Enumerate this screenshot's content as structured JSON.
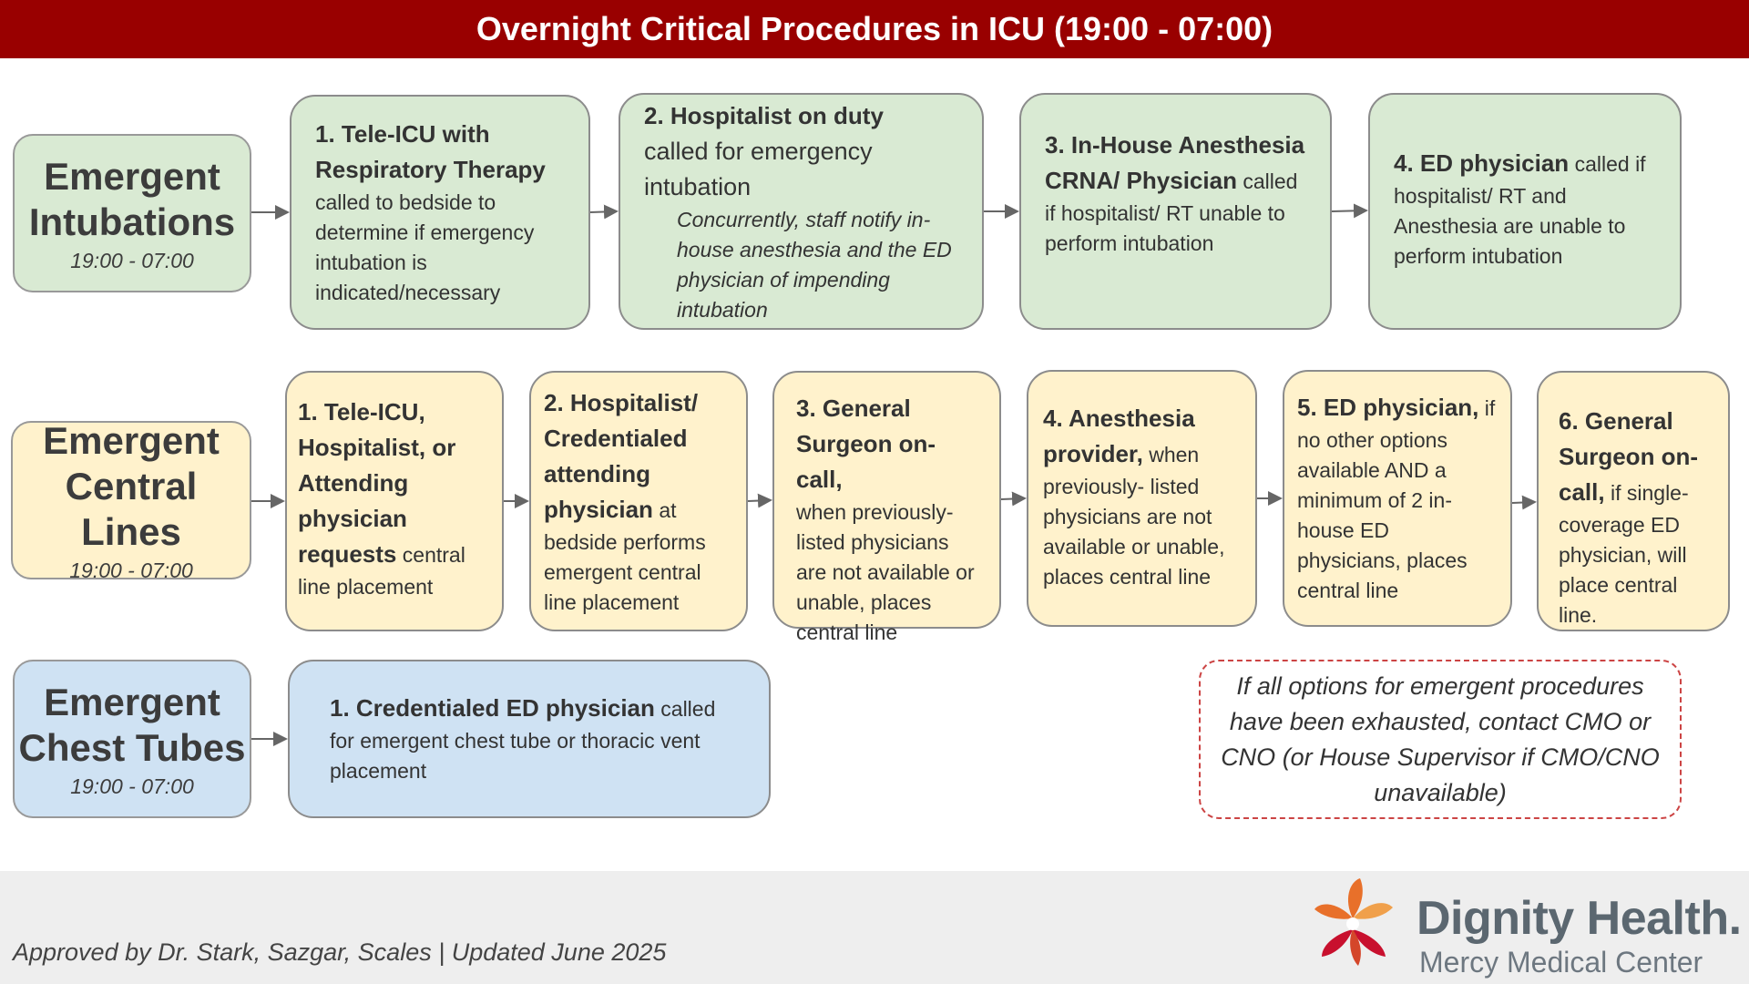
{
  "header": {
    "title": "Overnight Critical Procedures in ICU (19:00 - 07:00)"
  },
  "rows": {
    "intubations": {
      "label_line1": "Emergent",
      "label_line2": "Intubations",
      "time": "19:00 - 07:00",
      "steps": [
        {
          "bold": "1. Tele-ICU with Respiratory Therapy",
          "text": "called to bedside to determine if emergency intubation is indicated/necessary"
        },
        {
          "bold": "2. Hospitalist on duty",
          "text": "called for emergency intubation",
          "italic": "Concurrently, staff notify in-house anesthesia and the ED physician of impending intubation"
        },
        {
          "bold": "3. In-House Anesthesia CRNA/ Physician",
          "text": "called if hospitalist/ RT unable to perform intubation"
        },
        {
          "bold": "4. ED physician",
          "text": "called if hospitalist/ RT and Anesthesia are unable to perform intubation"
        }
      ]
    },
    "central_lines": {
      "label_line1": "Emergent",
      "label_line2": "Central Lines",
      "time": "19:00 - 07:00",
      "steps": [
        {
          "bold": "1. Tele-ICU, Hospitalist, or Attending physician requests",
          "text": "central line placement"
        },
        {
          "bold": "2. Hospitalist/ Credentialed attending physician",
          "text": "at bedside performs emergent central line placement"
        },
        {
          "bold": "3. General Surgeon on-call,",
          "text": "when previously-listed physicians are not available or unable, places central line"
        },
        {
          "bold": "4. Anesthesia provider,",
          "text": "when previously- listed physicians are not available or unable, places central line"
        },
        {
          "bold": "5. ED physician,",
          "text": "if no other options available AND a minimum of 2 in-house ED physicians, places central line"
        },
        {
          "bold": "6. General Surgeon on-call,",
          "text": "if single-coverage ED physician, will place central line."
        }
      ]
    },
    "chest_tubes": {
      "label_line1": "Emergent",
      "label_line2": "Chest Tubes",
      "time": "19:00 - 07:00",
      "steps": [
        {
          "bold": "1. Credentialed ED physician",
          "text": "called for emergent chest tube or thoracic vent placement"
        }
      ]
    }
  },
  "note": "If all options for emergent procedures have been exhausted, contact CMO or CNO (or House Supervisor if CMO/CNO unavailable)",
  "footer": {
    "approved": "Approved by Dr. Stark, Sazgar, Scales  | Updated June 2025",
    "logo_name": "Dignity Health.",
    "logo_sub": "Mercy Medical Center"
  },
  "colors": {
    "header": "#990000",
    "green": "#d9ead3",
    "yellow": "#fff2cc",
    "blue": "#cfe2f3",
    "note_border": "#cc4444",
    "logo_orange": "#e8702a",
    "logo_red": "#c8102e"
  }
}
